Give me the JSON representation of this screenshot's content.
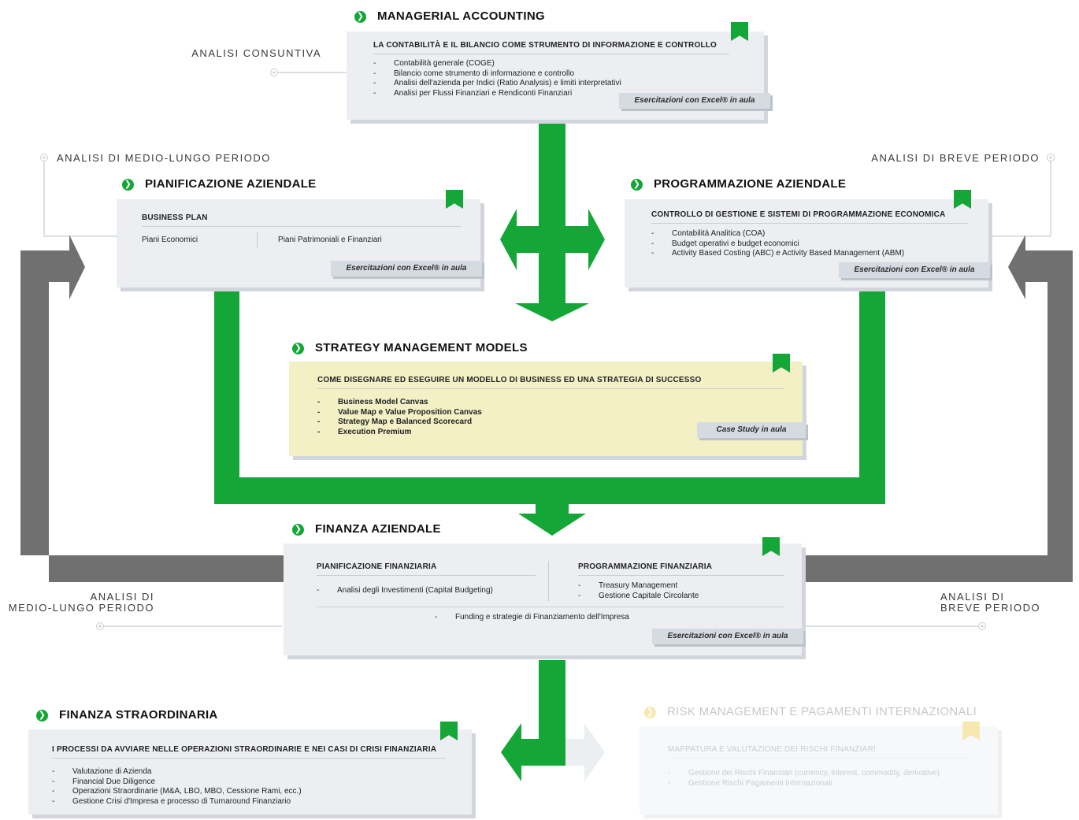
{
  "colors": {
    "green": "#14a637",
    "gray_arrow": "#707070",
    "card": "#eceef1",
    "card_yellow": "#f3f0c6"
  },
  "side_labels": {
    "analisi_consuntiva": "ANALISI CONSUNTIVA",
    "medio_lungo_top": "ANALISI DI MEDIO-LUNGO PERIODO",
    "breve_top": "ANALISI DI BREVE PERIODO",
    "medio_lungo_bottom_1": "ANALISI DI",
    "medio_lungo_bottom_2": "MEDIO-LUNGO PERIODO",
    "breve_bottom_1": "ANALISI DI",
    "breve_bottom_2": "BREVE PERIODO"
  },
  "managerial": {
    "title": "MANAGERIAL ACCOUNTING",
    "heading": "LA CONTABILITÀ E IL BILANCIO COME STRUMENTO DI INFORMAZIONE E CONTROLLO",
    "items": [
      "Contabilità generale (COGE)",
      "Bilancio come strumento di informazione e controllo",
      "Analisi dell'azienda per Indici (Ratio Analysis) e limiti interpretativi",
      "Analisi per Flussi Finanziari e Rendiconti Finanziari"
    ],
    "tag": "Esercitazioni con Excel® in aula"
  },
  "pianificazione": {
    "title": "PIANIFICAZIONE AZIENDALE",
    "heading": "BUSINESS PLAN",
    "col1": "Piani Economici",
    "col2": "Piani Patrimoniali e Finanziari",
    "tag": "Esercitazioni con Excel® in aula"
  },
  "programmazione": {
    "title": "PROGRAMMAZIONE AZIENDALE",
    "heading": "CONTROLLO DI GESTIONE E SISTEMI DI PROGRAMMAZIONE ECONOMICA",
    "items": [
      "Contabilità Analitica (COA)",
      "Budget operativi e budget economici",
      "Activity Based Costing (ABC) e Activity Based Management (ABM)"
    ],
    "tag": "Esercitazioni con Excel® in aula"
  },
  "strategy": {
    "title": "STRATEGY MANAGEMENT MODELS",
    "heading": "COME DISEGNARE ED ESEGUIRE UN MODELLO DI BUSINESS ED UNA STRATEGIA DI SUCCESSO",
    "items": [
      "Business Model Canvas",
      "Value Map e Value Proposition Canvas",
      "Strategy Map e Balanced Scorecard",
      "Execution Premium"
    ],
    "tag": "Case Study in aula"
  },
  "finanza": {
    "title": "FINANZA AZIENDALE",
    "left_heading": "PIANIFICAZIONE FINANZIARIA",
    "left_items": [
      "Analisi degli Investimenti (Capital Budgeting)"
    ],
    "right_heading": "PROGRAMMAZIONE FINANZIARIA",
    "right_items": [
      "Treasury Management",
      "Gestione Capitale Circolante"
    ],
    "bottom_items": [
      "Funding e strategie di Finanziamento dell'Impresa"
    ],
    "tag": "Esercitazioni con Excel® in aula"
  },
  "straordinaria": {
    "title": "FINANZA STRAORDINARIA",
    "heading": "I PROCESSI DA AVVIARE NELLE OPERAZIONI STRAORDINARIE E NEI CASI DI CRISI FINANZIARIA",
    "items": [
      "Valutazione di Azienda",
      "Financial Due Diligence",
      "Operazioni Straordinarie (M&A, LBO, MBO, Cessione Rami, ecc.)",
      "Gestione Crisi d'Impresa e processo di Turnaround Finanziario"
    ]
  },
  "risk": {
    "title": "RISK MANAGEMENT E PAGAMENTI INTERNAZIONALI",
    "heading": "MAPPATURA E VALUTAZIONE DEI RISCHI FINANZIARI",
    "items": [
      "Gestione dei Rischi Finanziari (currency, interest, commodity, derivative)",
      "Gestione Rischi Pagamenti Internazionali"
    ]
  }
}
